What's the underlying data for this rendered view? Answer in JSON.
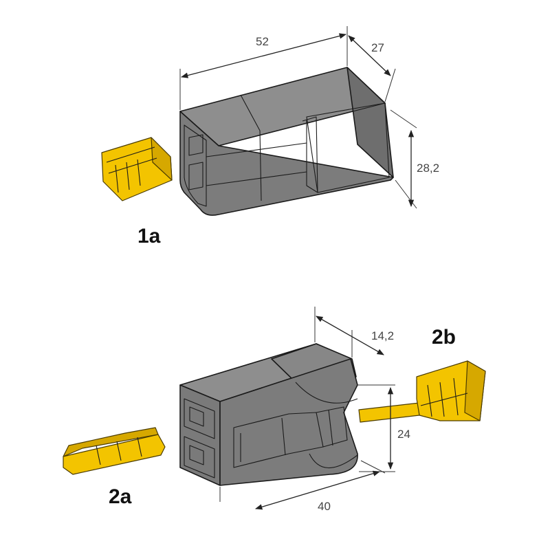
{
  "colors": {
    "connector_body": "#7c7c7c",
    "connector_shade": "#6a6a6a",
    "connector_light": "#8e8e8e",
    "terminal_yellow": "#f3c400",
    "terminal_shade": "#d6a800"
  },
  "connector_1": {
    "label": "1a",
    "dim_length": "52",
    "dim_width": "27",
    "dim_height": "28,2"
  },
  "connector_2": {
    "label_a": "2a",
    "label_b": "2b",
    "dim_width": "14,2",
    "dim_height": "24",
    "dim_length": "40"
  }
}
